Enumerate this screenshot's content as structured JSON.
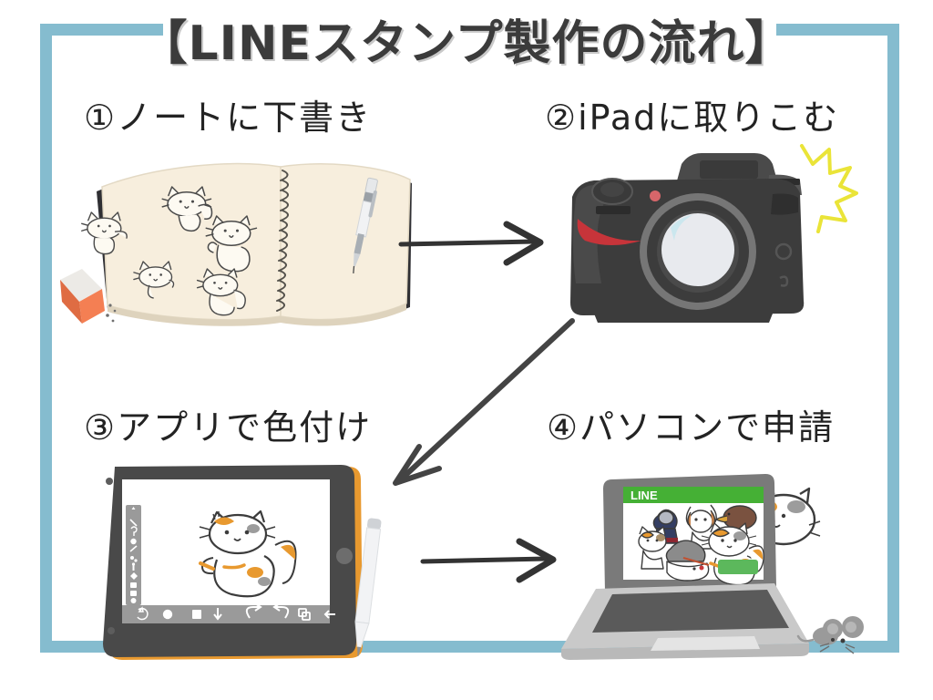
{
  "page": {
    "title": "【LINEスタンプ製作の流れ】",
    "background_color": "#ffffff",
    "frame_color": "#85bccf",
    "text_color": "#232323"
  },
  "steps": [
    {
      "number": "①",
      "label": "①ノートに下書き",
      "illustration": "open-spiral-notebook-with-cat-sketches-eraser-pencil",
      "colors": {
        "paper": "#f7eedd",
        "eraser": "#f47f53",
        "ink": "#4a4a4a"
      },
      "sketch_count": 5
    },
    {
      "number": "②",
      "label": "②iPadに取りこむ",
      "illustration": "dslr-camera-with-flash-burst",
      "colors": {
        "body": "#3c3c3c",
        "accent": "#c7343a",
        "flash": "#eae438",
        "lens": "#e8eaee"
      }
    },
    {
      "number": "③",
      "label": "③アプリで色付け",
      "illustration": "tablet-drawing-app-with-colored-cat-and-stylus",
      "colors": {
        "bezel": "#494949",
        "screen": "#ffffff",
        "side": "#e8992f",
        "toolbar": "#9a9a9a"
      },
      "toolbar_left_icons": [
        "move-tool-icon",
        "line-tool-icon",
        "lasso-tool-icon",
        "brush-dot-icon",
        "pencil-tool-icon",
        "smudge-tool-icon",
        "eyedropper-icon",
        "bucket-fill-icon",
        "text-tool-icon",
        "transform-icon",
        "shape-icon",
        "settings-icon"
      ],
      "toolbar_bottom_icons": [
        "refresh-icon",
        "circle-icon",
        "square-icon",
        "download-icon",
        "undo-icon",
        "redo-icon",
        "layers-icon",
        "back-icon"
      ]
    },
    {
      "number": "④",
      "label": "④パソコンで申請",
      "illustration": "laptop-with-line-creators-page-cat-and-mouse",
      "screen": {
        "header_label": "LINE",
        "header_color": "#45b035",
        "submit_button_color": "#5cb85c",
        "sticker_count": 6
      },
      "colors": {
        "laptop_body": "#c9c9c9",
        "laptop_lid": "#6f6f6f",
        "trackpad": "#5a5a5a",
        "mouse": "#9a9a9a"
      }
    }
  ],
  "arrows": [
    {
      "name": "arrow-step1-to-step2",
      "direction": "right",
      "color": "#333333"
    },
    {
      "name": "arrow-step2-to-step3",
      "direction": "down-left",
      "color": "#444444"
    },
    {
      "name": "arrow-step3-to-step4",
      "direction": "right",
      "color": "#333333"
    }
  ]
}
